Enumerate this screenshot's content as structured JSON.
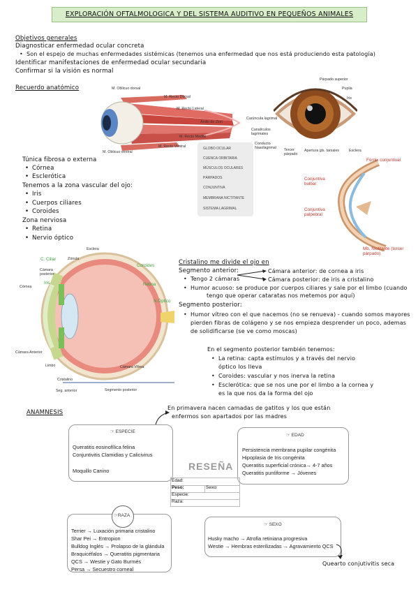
{
  "title": "EXPLORACIÓN OFTALMOLOGICA Y DEL SISTEMA AUDITIVO EN PEQUEÑOS ANIMALES",
  "objetivos": {
    "heading": "Objetivos generales",
    "lines": [
      "Diagnosticar enfermedad ocular concreta",
      "Son el espejo de muchas enfermedades sistémicas (tenemos una enfermedad que nos está produciendo esta patología)",
      "Identificar manifestaciones de enfermedad ocular secundaria",
      "Confirmar si la visión es normal"
    ]
  },
  "recuerdo": {
    "heading": "Recuerdo anatómico"
  },
  "tunicas": {
    "t1": "Túnica fibrosa o externa",
    "t1_items": [
      "Córnea",
      "Esclerótica"
    ],
    "t2": "Tenemos a la zona vascular del ojo:",
    "t2_items": [
      "Iris",
      "Cuerpos ciliares",
      "Coroides"
    ],
    "t3": "Zona nerviosa",
    "t3_items": [
      "Retina",
      "Nervio óptico"
    ]
  },
  "fig1": {
    "labels": [
      "M. Oblicuo dorsal",
      "M. Recto Dorsal",
      "M. Recto Lateral",
      "Anillo de Zinn",
      "M. Recto Medial",
      "M. Recto Ventral",
      "M. Oblicuo ventral"
    ]
  },
  "fig2": {
    "labels": [
      "Párpado superior",
      "Pupila",
      "Iris",
      "Carúncula lagrimal",
      "Canalículos lagrimales",
      "Conducto Nasolagrimal",
      "Tercer párpado",
      "Apertura gls. tarsales",
      "Esclera"
    ]
  },
  "menu": [
    "GLOBO OCULAR",
    "CUENCA ORBITARIA",
    "MÚSCULOS OCULARES",
    "PÁRPADOS",
    "CONJUNTIVA",
    "MEMBRANA NICTITANTE",
    "SISTEMA LAGRIMAL"
  ],
  "fig3": {
    "labels": [
      "Fórnix conjuntival",
      "Conjuntiva bulbar",
      "Conjuntiva palpebral",
      "Mb. Nictitante (tercer párpado)"
    ]
  },
  "fig4": {
    "labels": [
      "Esclera",
      "C. Ciliar",
      "Zónula",
      "Coroides",
      "Cámara posterior",
      "Iris",
      "Retina",
      "Córnea",
      "N.Óptico",
      "Cámara Anterior",
      "Limbo",
      "Cámara Vítrea",
      "Cristalino",
      "Seg. anterior",
      "Segmento posterior"
    ]
  },
  "cristalino": {
    "heading": "Cristalino me divide el ojo en",
    "seg_ant": "Segmento anterior:",
    "camaras": "Tengo 2 cámaras",
    "cam_ant": "Cámara anterior: de cornea a iris",
    "cam_post": "Cámara posterior: de iris a cristalino",
    "humor_acuoso_1": "Humor acuoso: se produce por cuerpos ciliares y sale por el limbo (cuando",
    "humor_acuoso_2": "tengo que operar cataratas nos metemos por aquí)",
    "seg_post": "Segmento posterior:",
    "humor_vitreo_1": "Humor vítreo con el que nacemos (no se renueva) - cuando somos mayores",
    "humor_vitreo_2": "pierden fibras de colágeno y se nos empieza desprender un poco, ademas",
    "humor_vitreo_3": "de solidificarse (se ve como moscas)",
    "tambien": "En el segmento posterior también tenemos:",
    "retina_1": "La retina: capta estímulos y a través del nervio",
    "retina_2": "óptico los lleva",
    "coroides": "Coroides: vascular y nos inerva la retina",
    "esclerotica_1": "Esclerótica: que se nos une por el limbo a la cornea y",
    "esclerotica_2": "es la que nos da la forma del ojo"
  },
  "anamnesis": {
    "heading": "ANAMNESIS",
    "note_1": "En primavera nacen camadas de gatitos y los que están",
    "note_2": "enfermos son apartados por las madres",
    "especie_h": "ESPECIE",
    "especie_items": [
      "Queratitis eosinofílica felina",
      "Conjuntivitis Clamidias y Calicivirus",
      "Moquillo Canino"
    ],
    "edad_h": "EDAD",
    "edad_items": [
      "Persistencia membrana pupilar congénita",
      "Hipoplasia de Iris congénita",
      "Queratitis superficial crónica→ 4-7 años",
      "Queratitis puntiforme → Jóvenes"
    ],
    "resena_title": "RESEÑA",
    "resena_fields": [
      "Edad:",
      "Peso:",
      "Sexo:",
      "Especie:",
      "Raza:"
    ],
    "raza_h": "RAZA",
    "raza_items": [
      "Terrier → Luxación primaria cristalino",
      "Shar Pei → Entropion",
      "Bulldog Inglés → Prolapso de la glándula",
      "Braquicéfalos → Queratitis pigmentaria",
      "QCS →  Westie y Gato Burmés",
      "Persa → Secuestro corneal"
    ],
    "sexo_h": "SEXO",
    "sexo_items": [
      "Husky macho →  Atrofia retiniana progresiva",
      "Westie → Hembras esterilizadas → Agravamiento QCS"
    ],
    "qcs_note": "Quearto conjutivitis seca"
  },
  "colors": {
    "title_bg": "#d8edca",
    "muscle": "#d9534f",
    "iris": "#8a4a1d",
    "green_label": "#3fa33f",
    "resena": "#9a9a9a"
  }
}
